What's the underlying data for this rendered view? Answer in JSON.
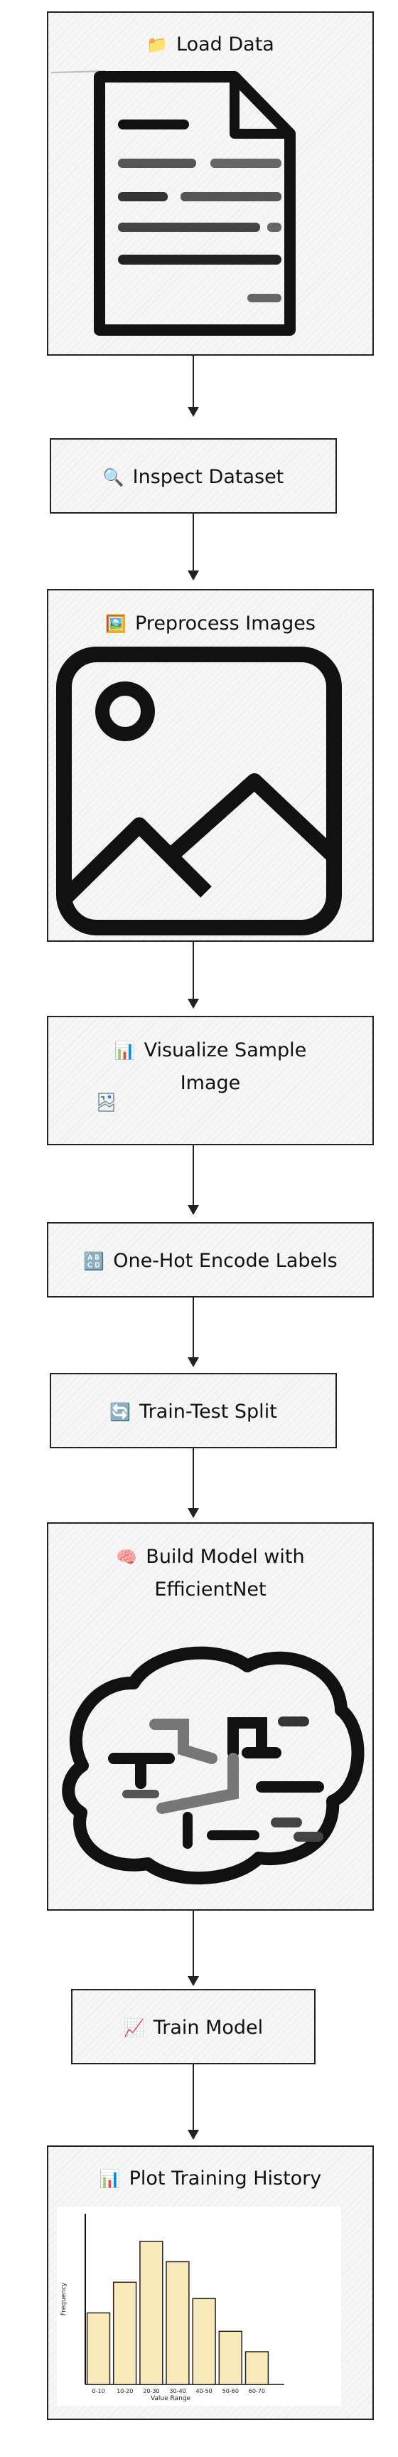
{
  "steps": [
    {
      "icon": "📁",
      "label": "Load Data"
    },
    {
      "icon": "🔍",
      "label": "Inspect Dataset"
    },
    {
      "icon": "🖼️",
      "label": "Preprocess Images"
    },
    {
      "icon": "📊",
      "label": "Visualize Sample",
      "label2": "Image"
    },
    {
      "icon": "🔠",
      "label": "One-Hot Encode Labels"
    },
    {
      "icon": "🔄",
      "label": "Train-Test Split"
    },
    {
      "icon": "🧠",
      "label": "Build Model with",
      "label2": "EfficientNet"
    },
    {
      "icon": "📈",
      "label": "Train Model"
    },
    {
      "icon": "📊",
      "label": "Plot Training History"
    }
  ],
  "illustrations": {
    "load_data": "document-icon",
    "preprocess": "image-picture-icon",
    "build_model": "brain-icon",
    "visualize": "broken-image-icon"
  },
  "chart_data": {
    "type": "bar",
    "categories": [
      "0-10",
      "10-20",
      "20-30",
      "30-40",
      "40-50",
      "50-60",
      "60-70"
    ],
    "values": [
      3.5,
      5.0,
      7.0,
      6.0,
      4.2,
      2.6,
      1.6
    ],
    "xlabel": "Value Range",
    "ylabel": "Frequency",
    "ylim": [
      0,
      8
    ]
  }
}
